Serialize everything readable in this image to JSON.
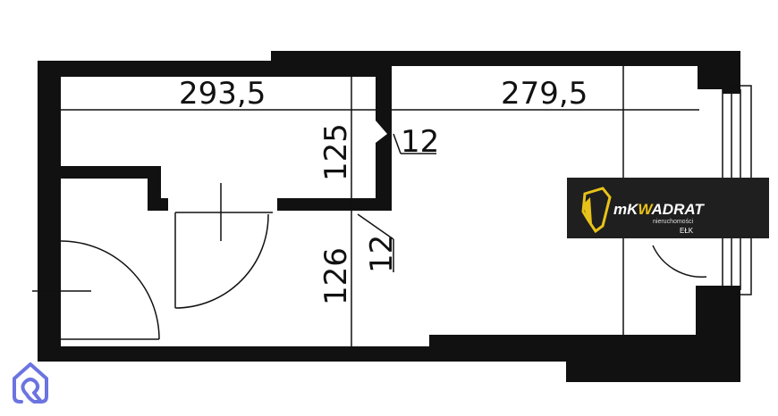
{
  "dimensions": {
    "left_width": "293,5",
    "right_width": "279,5",
    "upper_height": "125",
    "lower_height": "126",
    "wall_top": "12",
    "wall_bottom": "12"
  },
  "logo": {
    "name_prefix": "mK",
    "name_accent": "W",
    "name_suffix": "ADRAT",
    "subtitle": "nieruchomości",
    "city": "EŁK"
  },
  "colors": {
    "wall": "#111111",
    "logo_bg": "#1f1f1f",
    "logo_accent": "#e8c21a",
    "watermark": "#6b74e0"
  }
}
